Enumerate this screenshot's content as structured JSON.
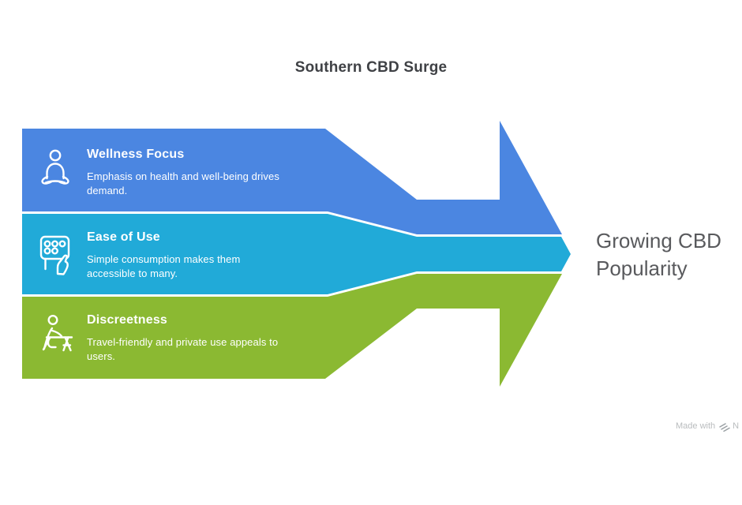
{
  "title": "Southern CBD Surge",
  "colors": {
    "blue": "#4b86e1",
    "cyan": "#21aad8",
    "green": "#8bb932",
    "title_text": "#3f4145",
    "result_text": "#595a5d",
    "band_text": "#ffffff",
    "watermark_text": "#b9bcbe"
  },
  "factors": [
    {
      "icon": "meditation-icon",
      "title": "Wellness Focus",
      "description": "Emphasis on health and well-being drives demand."
    },
    {
      "icon": "blister-pack-icon",
      "title": "Ease of Use",
      "description": "Simple consumption makes them accessible to many."
    },
    {
      "icon": "person-at-desk-icon",
      "title": "Discreetness",
      "description": "Travel-friendly and private use appeals to users."
    }
  ],
  "result": {
    "label": "Growing CBD Popularity"
  },
  "watermark": {
    "text": "Made with",
    "brand": "N"
  }
}
